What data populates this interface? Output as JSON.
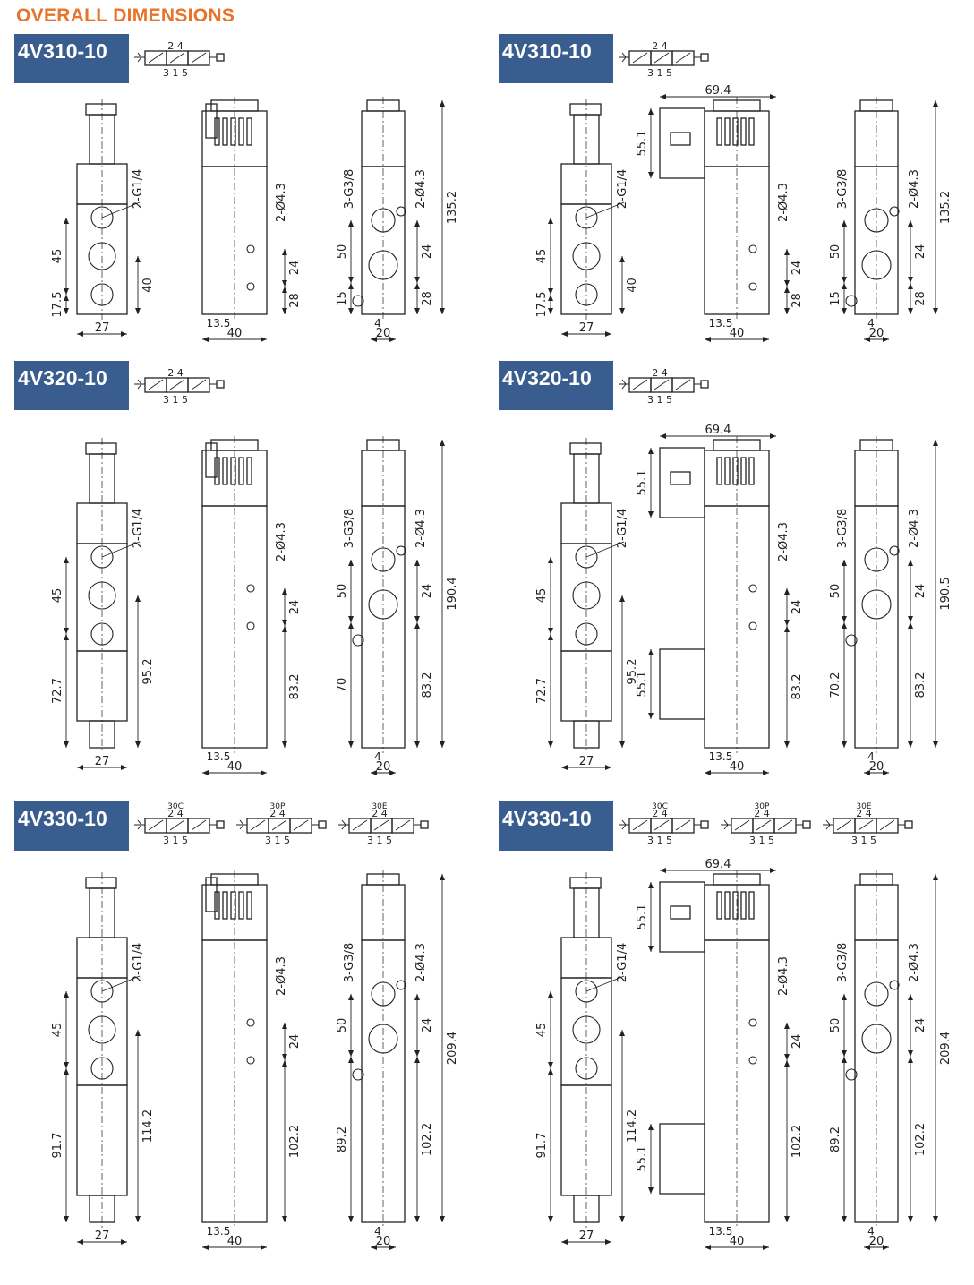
{
  "page": {
    "title": "OVERALL DIMENSIONS"
  },
  "colors": {
    "title": "#e8732a",
    "badge": "#3a5d8f",
    "line": "#222222"
  },
  "sections": [
    {
      "model": "4V310-10",
      "symbols": [
        {
          "ports_top": "2 4",
          "ports_bottom": "3 1 5"
        }
      ],
      "views": {
        "front": {
          "port": "2-G1/4",
          "dims": [
            "45",
            "17.5",
            "40",
            "27"
          ]
        },
        "side": {
          "port": "2-Ø4.3",
          "dims": [
            "24",
            "28",
            "13.5",
            "40"
          ]
        },
        "back": {
          "ports": [
            "3-G3/8",
            "2-Ø4.3"
          ],
          "dims": [
            "50",
            "15",
            "24",
            "28",
            "135.2",
            "4",
            "20"
          ]
        }
      }
    },
    {
      "model": "4V310-10",
      "symbols": [
        {
          "ports_top": "2 4",
          "ports_bottom": "3 1 5"
        }
      ],
      "views": {
        "front": {
          "port": "2-G1/4",
          "dims": [
            "45",
            "17.5",
            "40",
            "27"
          ]
        },
        "side": {
          "port": "2-Ø4.3",
          "dims": [
            "69.4",
            "55.1",
            "24",
            "28",
            "13.5",
            "40"
          ]
        },
        "back": {
          "ports": [
            "3-G3/8",
            "2-Ø4.3"
          ],
          "dims": [
            "50",
            "15",
            "24",
            "28",
            "135.2",
            "4",
            "20"
          ]
        }
      }
    },
    {
      "model": "4V320-10",
      "symbols": [
        {
          "ports_top": "2 4",
          "ports_bottom": "3 1 5"
        }
      ],
      "views": {
        "front": {
          "port": "2-G1/4",
          "dims": [
            "45",
            "72.7",
            "95.2",
            "27"
          ]
        },
        "side": {
          "port": "2-Ø4.3",
          "dims": [
            "24",
            "83.2",
            "13.5",
            "40"
          ]
        },
        "back": {
          "ports": [
            "3-G3/8",
            "2-Ø4.3"
          ],
          "dims": [
            "50",
            "70",
            "24",
            "83.2",
            "190.4",
            "4",
            "20"
          ]
        }
      }
    },
    {
      "model": "4V320-10",
      "symbols": [
        {
          "ports_top": "2 4",
          "ports_bottom": "3 1 5"
        }
      ],
      "views": {
        "front": {
          "port": "2-G1/4",
          "dims": [
            "45",
            "72.7",
            "95.2",
            "27"
          ]
        },
        "side": {
          "port": "2-Ø4.3",
          "dims": [
            "69.4",
            "55.1",
            "55.1",
            "24",
            "83.2",
            "13.5",
            "40"
          ]
        },
        "back": {
          "ports": [
            "3-G3/8",
            "2-Ø4.3"
          ],
          "dims": [
            "50",
            "70.2",
            "24",
            "83.2",
            "190.5",
            "4",
            "20"
          ]
        }
      }
    },
    {
      "model": "4V330-10",
      "symbols": [
        {
          "type": "30C",
          "ports_top": "2 4",
          "ports_bottom": "3 1 5"
        },
        {
          "type": "30P",
          "ports_top": "2 4",
          "ports_bottom": "3 1 5"
        },
        {
          "type": "30E",
          "ports_top": "2 4",
          "ports_bottom": "3 1 5"
        }
      ],
      "views": {
        "front": {
          "port": "2-G1/4",
          "dims": [
            "45",
            "91.7",
            "114.2",
            "27"
          ]
        },
        "side": {
          "port": "2-Ø4.3",
          "dims": [
            "24",
            "102.2",
            "13.5",
            "40"
          ]
        },
        "back": {
          "ports": [
            "3-G3/8",
            "2-Ø4.3"
          ],
          "dims": [
            "50",
            "89.2",
            "24",
            "102.2",
            "209.4",
            "4",
            "20"
          ]
        }
      }
    },
    {
      "model": "4V330-10",
      "symbols": [
        {
          "type": "30C",
          "ports_top": "2 4",
          "ports_bottom": "3 1 5"
        },
        {
          "type": "30P",
          "ports_top": "2 4",
          "ports_bottom": "3 1 5"
        },
        {
          "type": "30E",
          "ports_top": "2 4",
          "ports_bottom": "3 1 5"
        }
      ],
      "views": {
        "front": {
          "port": "2-G1/4",
          "dims": [
            "45",
            "91.7",
            "114.2",
            "27"
          ]
        },
        "side": {
          "port": "2-Ø4.3",
          "dims": [
            "69.4",
            "55.1",
            "55.1",
            "24",
            "102.2",
            "13.5",
            "40"
          ]
        },
        "back": {
          "ports": [
            "3-G3/8",
            "2-Ø4.3"
          ],
          "dims": [
            "50",
            "89.2",
            "24",
            "102.2",
            "209.4",
            "4",
            "20"
          ]
        }
      }
    }
  ]
}
